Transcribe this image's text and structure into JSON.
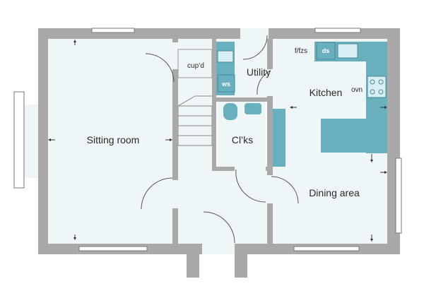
{
  "rooms": {
    "sitting_room": "Sitting room",
    "utility": "Utility",
    "kitchen": "Kitchen",
    "cloaks": "Cl’ks",
    "dining_area": "Dining area"
  },
  "fixtures": {
    "cupboard": "cup’d",
    "fridge_freezer": "f/fzs",
    "dishwasher": "ds",
    "washer": "ws",
    "oven": "ovn"
  },
  "colors": {
    "wall": "#a9a9a9",
    "floor": "#eef6f8",
    "fitted_units": "#69b0be",
    "window": "#ffffff"
  }
}
